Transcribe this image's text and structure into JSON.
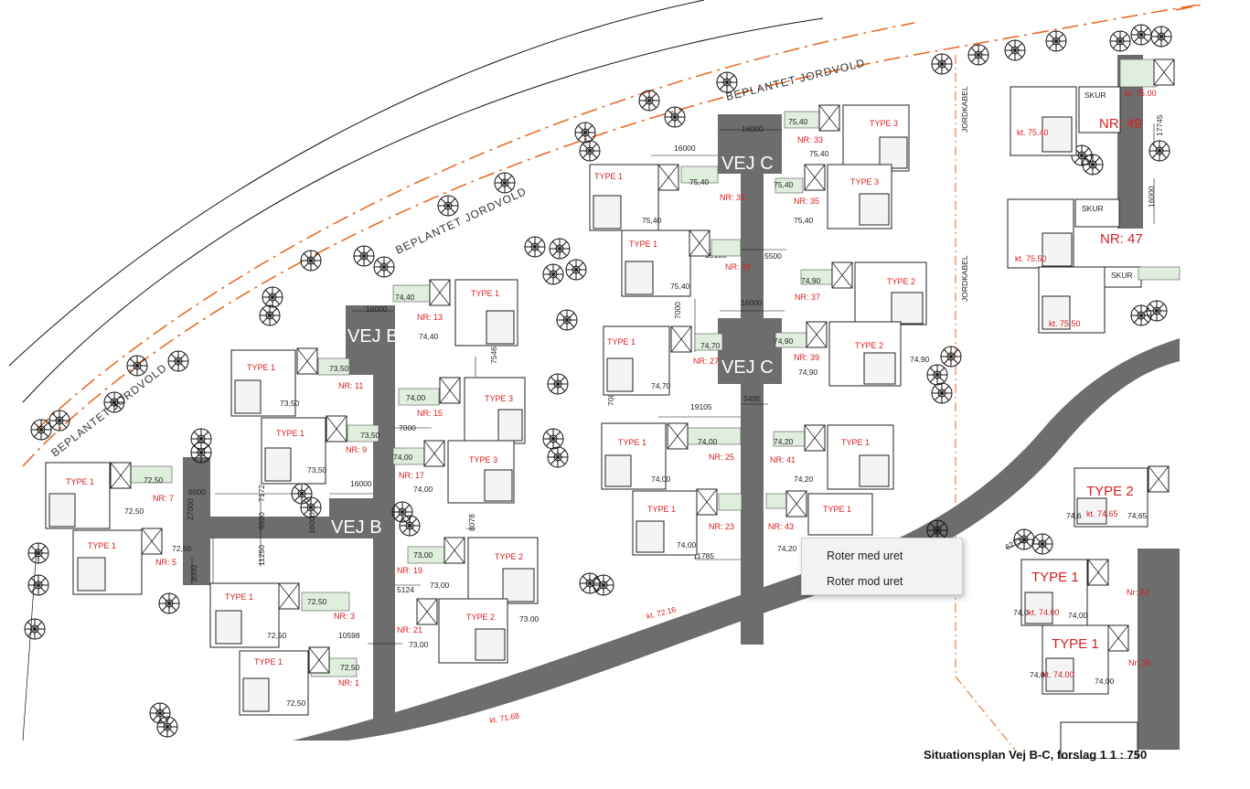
{
  "plan": {
    "caption": "Situationsplan Vej B-C, forslag 1 1 : 750",
    "roads": [
      {
        "name": "VEJ B"
      },
      {
        "name": "VEJ B"
      },
      {
        "name": "VEJ C"
      },
      {
        "name": "VEJ C"
      }
    ],
    "berm_label": "BEPLANTET JORDVOLD",
    "cable_label": "JORDKABEL",
    "road_levels": [
      "kt. 72.16",
      "kt. 71.68"
    ],
    "terrain_levels": [
      "73.00",
      "74.90"
    ],
    "dimensions": [
      "16000",
      "16000",
      "16000",
      "16000",
      "16000",
      "16000",
      "7000",
      "7000",
      "7000",
      "7546",
      "19105",
      "19180",
      "5500",
      "5495",
      "6000",
      "27000",
      "5500",
      "11250",
      "7172",
      "3000",
      "16000",
      "8078",
      "5124",
      "10598",
      "11785",
      "6227",
      "17745"
    ],
    "lots": [
      {
        "nr": "NR: 1",
        "type": "TYPE 1",
        "level": "72,50"
      },
      {
        "nr": "NR: 3",
        "type": "TYPE 1",
        "level": "72,50"
      },
      {
        "nr": "NR: 5",
        "type": "TYPE 1",
        "level": "72,50"
      },
      {
        "nr": "NR: 7",
        "type": "TYPE 1",
        "level": "72,50"
      },
      {
        "nr": "NR: 9",
        "type": "TYPE 1",
        "level": "73,50"
      },
      {
        "nr": "NR: 11",
        "type": "TYPE 1",
        "level": "73,50"
      },
      {
        "nr": "NR: 13",
        "type": "TYPE 1",
        "level": "74,40"
      },
      {
        "nr": "NR: 15",
        "type": "TYPE 3",
        "level": "74,00"
      },
      {
        "nr": "NR: 17",
        "type": "TYPE 3",
        "level": "74,00"
      },
      {
        "nr": "NR: 19",
        "type": "TYPE 2",
        "level": "73,00"
      },
      {
        "nr": "NR: 21",
        "type": "TYPE 2",
        "level": "73,00"
      },
      {
        "nr": "NR: 23",
        "type": "TYPE 1",
        "level": "74,00"
      },
      {
        "nr": "NR: 25",
        "type": "TYPE 1",
        "level": "74,00"
      },
      {
        "nr": "NR: 27",
        "type": "TYPE 1",
        "level": "74,70"
      },
      {
        "nr": "NR: 29",
        "type": "TYPE 1",
        "level": "75,40"
      },
      {
        "nr": "NR: 31",
        "type": "TYPE 1",
        "level": "75,40"
      },
      {
        "nr": "NR: 33",
        "type": "TYPE 3",
        "level": "75,40"
      },
      {
        "nr": "NR: 35",
        "type": "TYPE 3",
        "level": "75,40"
      },
      {
        "nr": "NR: 37",
        "type": "TYPE 2",
        "level": "74,90"
      },
      {
        "nr": "NR: 39",
        "type": "TYPE 2",
        "level": "74,90"
      },
      {
        "nr": "NR: 41",
        "type": "TYPE 1",
        "level": "74,20"
      },
      {
        "nr": "NR: 43",
        "type": "TYPE 1",
        "level": "74,20"
      }
    ],
    "east_lots": [
      {
        "nr": "NR: 49",
        "level": "kt. 75.00",
        "shed": "SKUR",
        "level2": "kt. 75.40"
      },
      {
        "nr": "NR: 47",
        "shed": "SKUR",
        "level": "kt. 75.50"
      },
      {
        "shed": "SKUR",
        "level": "kt. 75.50"
      },
      {
        "type": "TYPE 2",
        "level": "kt. 74.65",
        "level_a": "74,6",
        "level_b": "74,65"
      },
      {
        "nr": "Nr: 24",
        "type": "TYPE 1",
        "level": "kt. 74.00",
        "level_a": "74,0",
        "level_b": "74,00"
      },
      {
        "nr": "Nr: 26",
        "type": "TYPE 1",
        "level": "kt. 74.00",
        "level_a": "74,0",
        "level_b": "74,00"
      }
    ]
  },
  "context_menu": {
    "items": [
      "Roter med uret",
      "Roter mod uret"
    ]
  },
  "colors": {
    "road": "#6d6d6d",
    "label_red": "#d81e1e",
    "berm_orange": "#e8631a",
    "menu_bg": "#f2f2f2"
  }
}
